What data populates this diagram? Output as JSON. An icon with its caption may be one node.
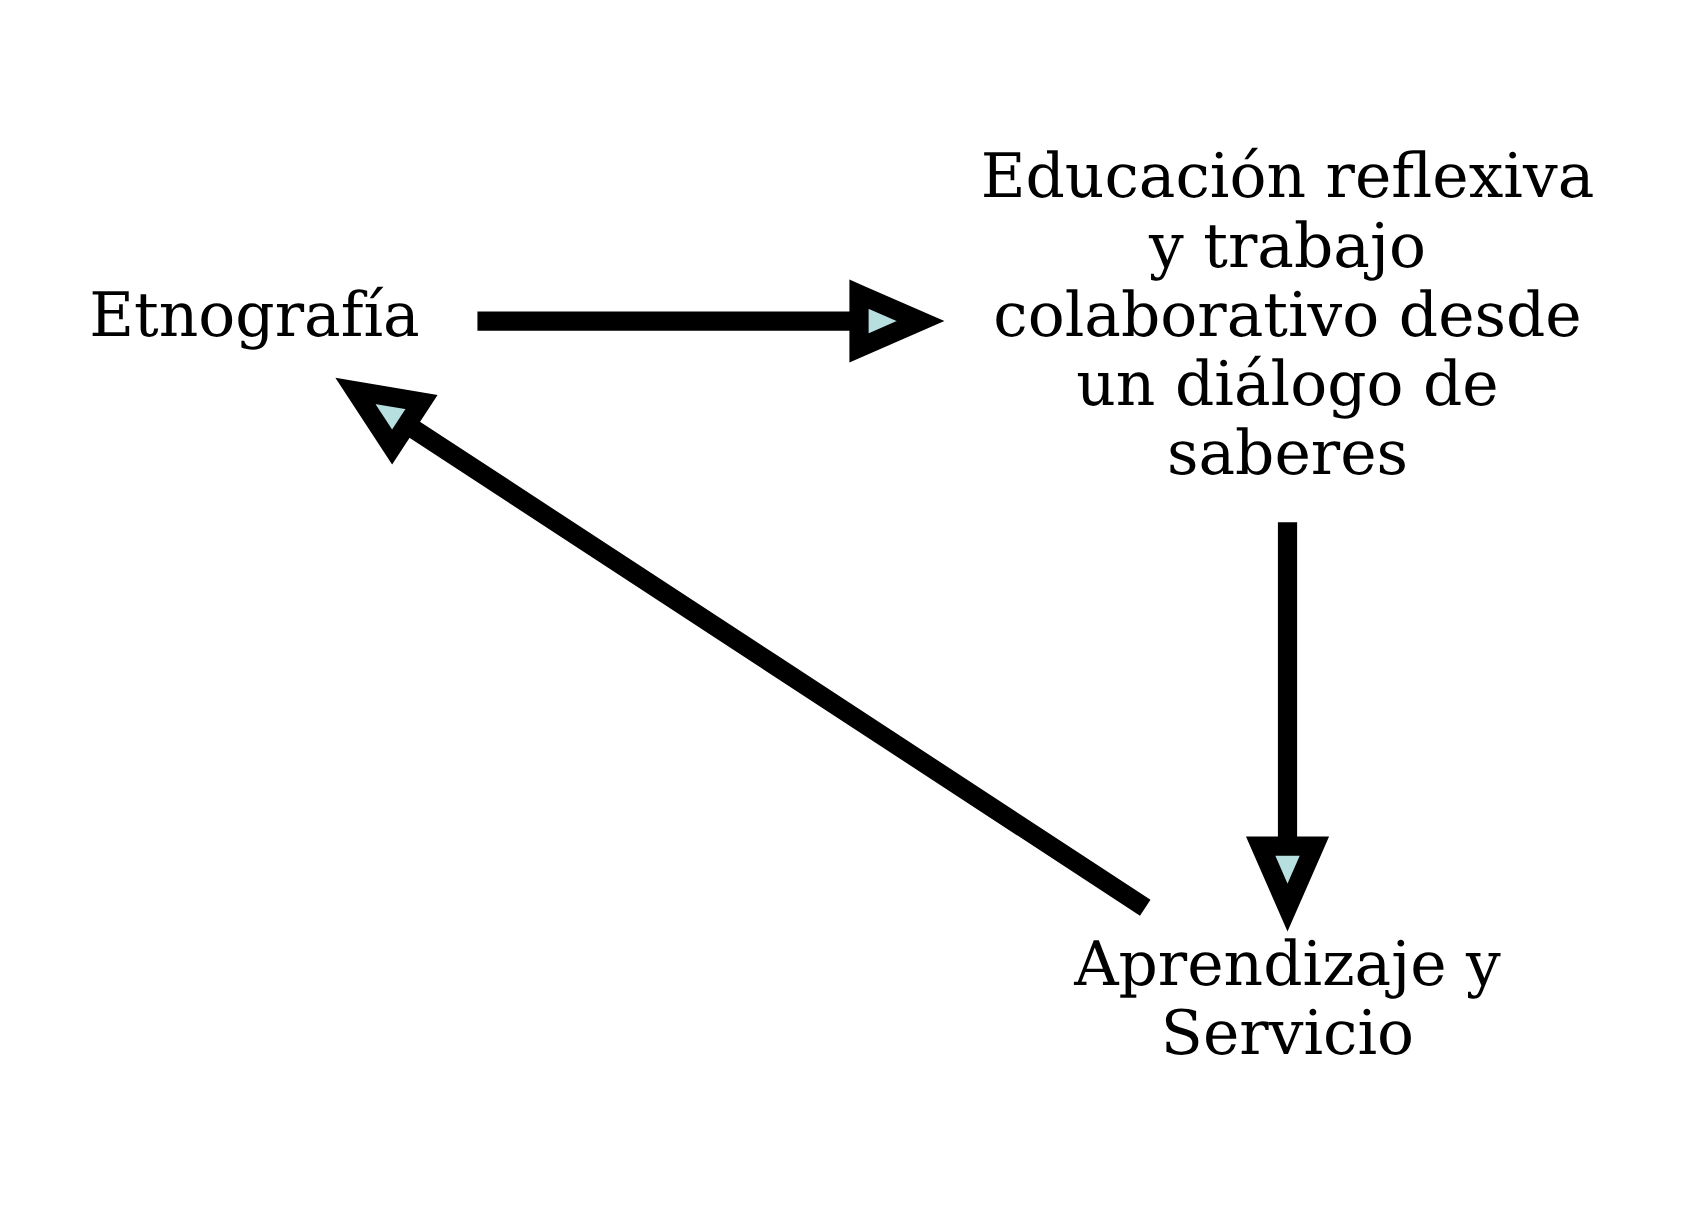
{
  "diagram": {
    "nodes": [
      {
        "text": [
          "Etnografía"
        ]
      },
      {
        "text": [
          "Educación reflexiva y trabajo colaborativo desde un diálogo de saberes"
        ]
      },
      {
        "text": [
          "Aprendizaje y Servicio"
        ]
      }
    ],
    "edges": [
      {
        "from": 0,
        "to": 1,
        "arrow": "to"
      },
      {
        "from": 1,
        "to": 2,
        "arrow": "to"
      },
      {
        "from": 2,
        "to": 0,
        "arrow": "to"
      }
    ]
  }
}
